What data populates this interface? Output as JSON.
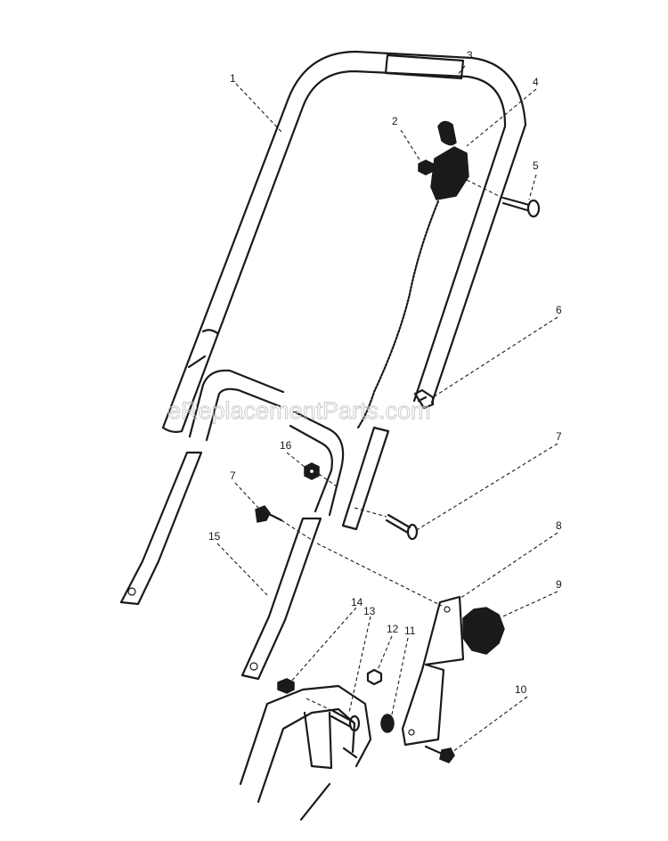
{
  "watermark": "eReplacementParts.com",
  "callouts": [
    "1",
    "2",
    "3",
    "4",
    "5",
    "6",
    "7",
    "7",
    "8",
    "9",
    "10",
    "11",
    "12",
    "13",
    "14",
    "15",
    "16"
  ]
}
